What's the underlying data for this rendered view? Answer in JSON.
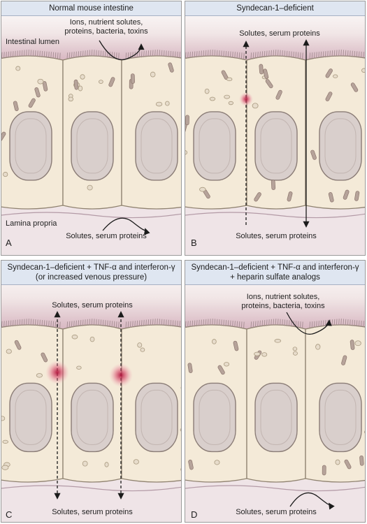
{
  "panels": [
    {
      "letter": "A",
      "title": "Normal mouse intestine",
      "top_label_lines": [
        "Ions, nutrient solutes,",
        "proteins, bacteria, toxins"
      ],
      "lumen_label": "Intestinal lumen",
      "lamina_label": "Lamina propria",
      "bottom_label": "Solutes, serum proteins"
    },
    {
      "letter": "B",
      "title": "Syndecan-1–deficient",
      "top_label": "Solutes, serum proteins",
      "bottom_label": "Solutes, serum proteins"
    },
    {
      "letter": "C",
      "title_lines": [
        "Syndecan-1–deficient + TNF-α and interferon-γ",
        "(or increased venous pressure)"
      ],
      "top_label": "Solutes, serum proteins",
      "bottom_label": "Solutes, serum proteins"
    },
    {
      "letter": "D",
      "title_lines": [
        "Syndecan-1–deficient + TNF-α and interferon-γ",
        "+ heparin sulfate analogs"
      ],
      "top_label_lines": [
        "Ions, nutrient solutes,",
        "proteins, bacteria, toxins"
      ],
      "bottom_label": "Solutes, serum proteins"
    }
  ]
}
